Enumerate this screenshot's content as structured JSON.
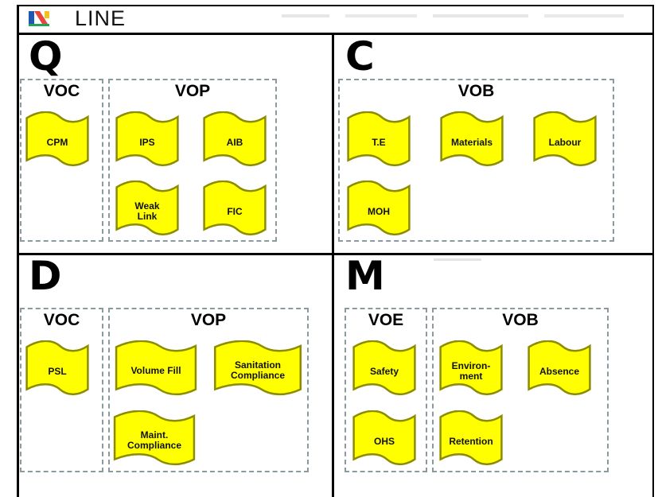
{
  "header": {
    "title": "LINE",
    "colors": {
      "logo_blue": "#1f57b5",
      "logo_red": "#e8453c",
      "logo_yellow": "#f2c31b",
      "logo_green": "#23a455"
    }
  },
  "quadrants": {
    "q": {
      "letter": "Q",
      "groups": {
        "voc": {
          "label": "VOC",
          "items": [
            "CPM"
          ]
        },
        "vop": {
          "label": "VOP",
          "items": [
            "IPS",
            "AIB",
            "Weak\nLink",
            "FIC"
          ]
        }
      }
    },
    "c": {
      "letter": "C",
      "groups": {
        "vob": {
          "label": "VOB",
          "items": [
            "T.E",
            "Materials",
            "Labour",
            "MOH"
          ]
        }
      }
    },
    "d": {
      "letter": "D",
      "groups": {
        "voc": {
          "label": "VOC",
          "items": [
            "PSL"
          ]
        },
        "vop": {
          "label": "VOP",
          "items": [
            "Volume Fill",
            "Sanitation\nCompliance",
            "Maint.\nCompliance"
          ]
        }
      }
    },
    "m": {
      "letter": "M",
      "groups": {
        "voe": {
          "label": "VOE",
          "items": [
            "Safety",
            "OHS"
          ]
        },
        "vob": {
          "label": "VOB",
          "items": [
            "Environ-\nment",
            "Absence",
            "Retention"
          ]
        }
      }
    }
  },
  "style": {
    "flag_fill": "#ffff00",
    "flag_stroke": "#8c8c00",
    "dash_color": "#8a9a9e"
  }
}
